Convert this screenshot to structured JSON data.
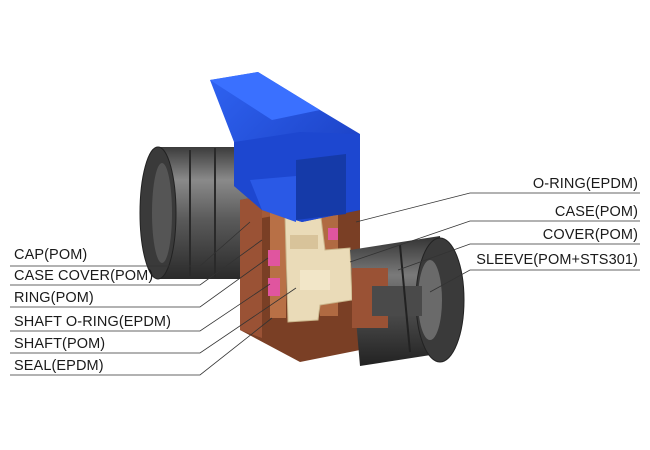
{
  "labels_left": [
    {
      "id": "cap",
      "text": "CAP(POM)"
    },
    {
      "id": "case-cover",
      "text": "CASE COVER(POM)"
    },
    {
      "id": "ring",
      "text": "RING(POM)"
    },
    {
      "id": "shaft-o-ring",
      "text": "SHAFT O-RING(EPDM)"
    },
    {
      "id": "shaft",
      "text": "SHAFT(POM)"
    },
    {
      "id": "seal",
      "text": "SEAL(EPDM)"
    }
  ],
  "labels_right": [
    {
      "id": "o-ring",
      "text": "O-RING(EPDM)"
    },
    {
      "id": "case",
      "text": "CASE(POM)"
    },
    {
      "id": "cover",
      "text": "COVER(POM)"
    },
    {
      "id": "sleeve",
      "text": "SLEEVE(POM+STS301)"
    }
  ],
  "colors": {
    "handle": "#1f4fe0",
    "body_cut": "#8a4a2e",
    "shaft": "#eadbb8",
    "seal": "#e0559f",
    "housing": "#5a5a5a"
  }
}
